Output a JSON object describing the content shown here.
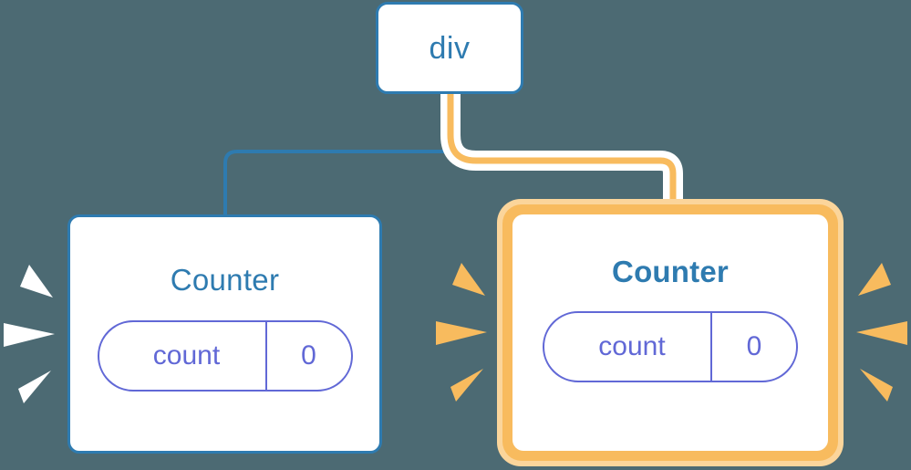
{
  "diagram": {
    "type": "component-tree",
    "background_color": "#4c6a73",
    "nodes": [
      {
        "id": "div",
        "label": "div",
        "kind": "element",
        "highlighted": false,
        "border_color": "#2e7bb0"
      },
      {
        "id": "counter-left",
        "label": "Counter",
        "kind": "component",
        "highlighted": false,
        "border_color": "#2e7bb0",
        "state": {
          "key": "count",
          "value": "0"
        }
      },
      {
        "id": "counter-right",
        "label": "Counter",
        "kind": "component",
        "highlighted": true,
        "border_color": "#f8bb5e",
        "halo_color": "#fbd59b",
        "state": {
          "key": "count",
          "value": "0"
        }
      }
    ],
    "edges": [
      {
        "from": "div",
        "to": "counter-left",
        "color": "#2e7bb0",
        "highlighted": false
      },
      {
        "from": "div",
        "to": "counter-right",
        "color": "#f8bb5e",
        "highlighted": true,
        "halo_color": "#ffffff"
      }
    ],
    "state_pill_color": "#6168d6",
    "sparkles": [
      {
        "id": "sparkle-left-white",
        "color": "#ffffff",
        "rays": 3,
        "direction": "right"
      },
      {
        "id": "sparkle-mid-orange",
        "color": "#f8bb5e",
        "rays": 3,
        "direction": "right"
      },
      {
        "id": "sparkle-right-orange",
        "color": "#f8bb5e",
        "rays": 3,
        "direction": "left"
      }
    ]
  }
}
